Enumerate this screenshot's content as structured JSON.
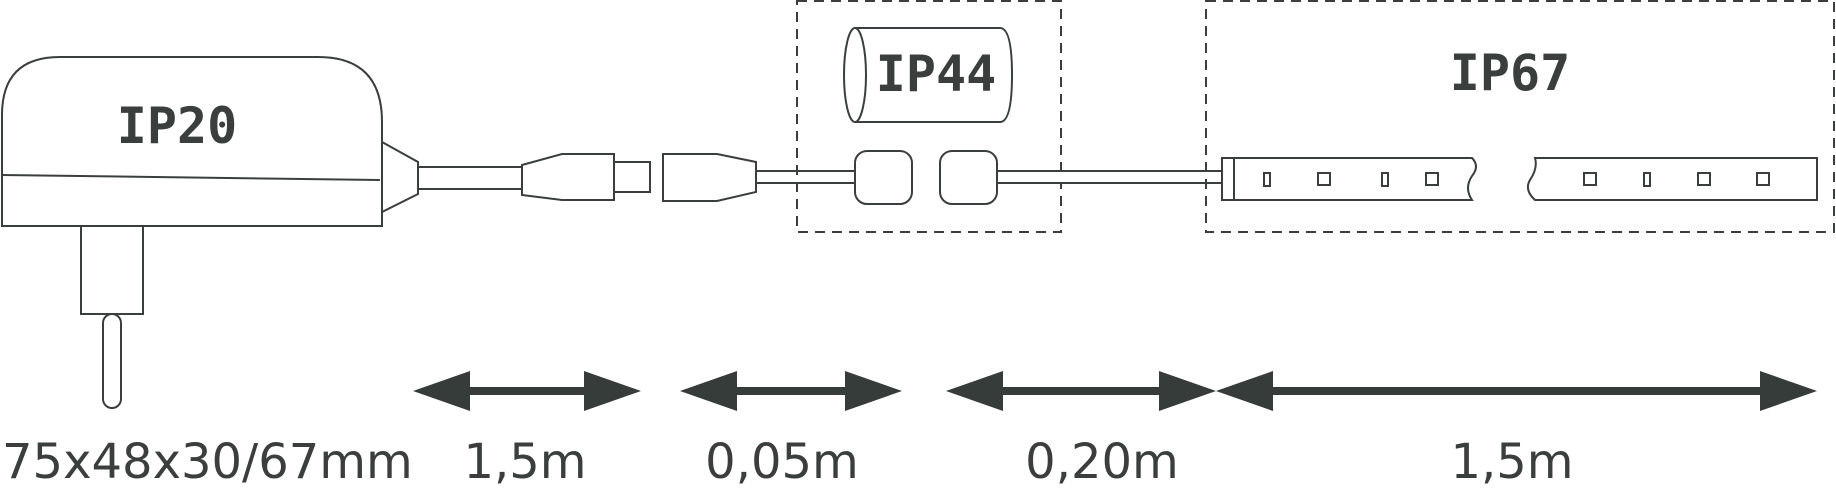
{
  "labels": {
    "adapter_rating": "IP20",
    "connector_rating": "IP44",
    "strip_rating": "IP67"
  },
  "dimensions": {
    "adapter_size": "75x48x30/67mm",
    "segments": [
      {
        "length": "1,5m"
      },
      {
        "length": "0,05m"
      },
      {
        "length": "0,20m"
      },
      {
        "length": "1,5m"
      }
    ]
  },
  "colors": {
    "line": "#3a3f3e",
    "arrow": "#353c3a",
    "background": "#ffffff"
  }
}
